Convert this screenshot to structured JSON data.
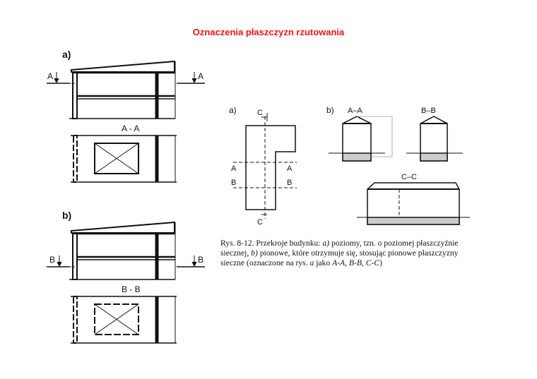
{
  "title": "Oznaczenia płaszczyzn rzutowania",
  "left_figure": {
    "part_a": {
      "label": "a)",
      "cut_left": "A",
      "cut_right": "A",
      "section_label": "A - A"
    },
    "part_b": {
      "label": "b)",
      "cut_left": "B",
      "cut_right": "B",
      "section_label": "B - B"
    }
  },
  "right_figure": {
    "part_a": {
      "label": "a)",
      "c_top": "C",
      "c_bottom": "C",
      "a_left": "A",
      "a_right": "A",
      "b_left": "B",
      "b_right": "B"
    },
    "part_b": {
      "label": "b)",
      "section_aa": "A–A",
      "section_bb": "B–B",
      "section_cc": "C–C"
    }
  },
  "caption": {
    "prefix": "Rys. 8-12. Przekroje budynku: ",
    "a": "a)",
    "text1": " poziomy, tzn. o poziomej płaszczyźnie siecznej, ",
    "b": "b)",
    "text2": " pionowe, które otrzymuje się, stosując pionowe płaszczyzny sieczne (oznaczone na rys. ",
    "a2": "a",
    "text3": " jako ",
    "refs": "A-A, B-B, C-C",
    "end": ")"
  }
}
